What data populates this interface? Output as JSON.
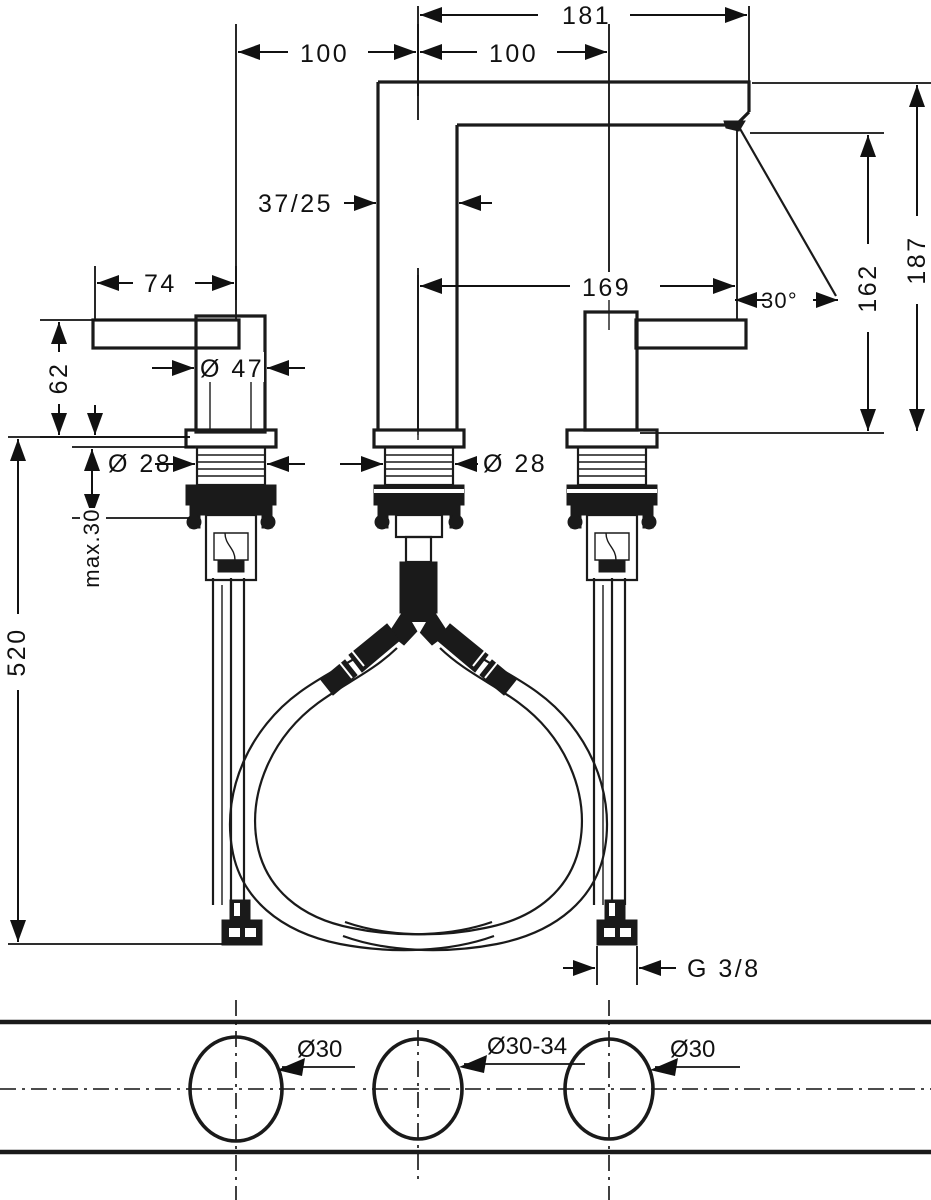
{
  "drawing": {
    "title": "Three-hole basin mixer dimensional drawing",
    "units": "mm",
    "line_color": "#1a1a1a",
    "background": "#ffffff"
  },
  "dimensions": {
    "overall_width_181": "181",
    "spacing_left_100": "100",
    "spacing_right_100": "100",
    "spout_wall_37_25": "37/25",
    "handle_reach_74": "74",
    "handle_height_62": "62",
    "cap_diameter_47": "Ø 47",
    "shank_diameter_28_left": "Ø 28",
    "shank_diameter_28_center": "Ø 28",
    "spout_reach_169": "169",
    "spout_angle_30": "30°",
    "spout_outlet_height_162": "162",
    "spout_total_height_187": "187",
    "max_thickness_30": "max.30",
    "hose_length_520": "520",
    "thread_size_g38": "G 3/8"
  },
  "bottom_view": {
    "hole_left_label": "Ø30",
    "hole_center_label": "Ø30-34",
    "hole_right_label": "Ø30"
  }
}
